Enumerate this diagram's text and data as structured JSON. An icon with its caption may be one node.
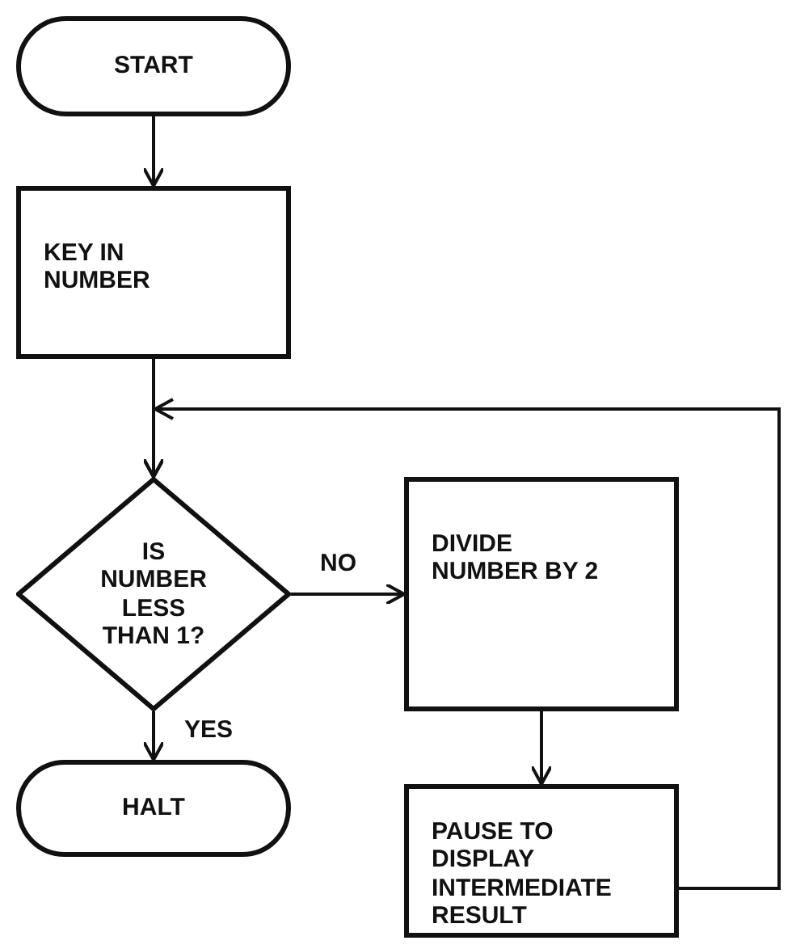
{
  "diagram": {
    "nodes": [
      {
        "text": [
          "START"
        ]
      },
      {
        "text": [
          "KEY IN NUMBER"
        ]
      },
      {
        "text": [
          "IS NUMBER LESS THAN 1?"
        ]
      },
      {
        "text": [
          "DIVIDE NUMBER BY 2"
        ]
      },
      {
        "text": [
          "HALT"
        ]
      },
      {
        "text": [
          "PAUSE TO DISPLAY INTERMEDIATE RESULT"
        ]
      }
    ],
    "edges": [
      {
        "from": 0,
        "to": 1,
        "arrow": "to"
      },
      {
        "from": 1,
        "to": 2,
        "arrow": "to"
      },
      {
        "from": 2,
        "to": 3,
        "arrow": "to",
        "label": "NO"
      },
      {
        "from": 2,
        "to": 4,
        "arrow": "to",
        "label": "YES"
      },
      {
        "from": 3,
        "to": 5,
        "arrow": "to"
      },
      {
        "from": 5,
        "to": 2,
        "arrow": "to"
      }
    ]
  }
}
